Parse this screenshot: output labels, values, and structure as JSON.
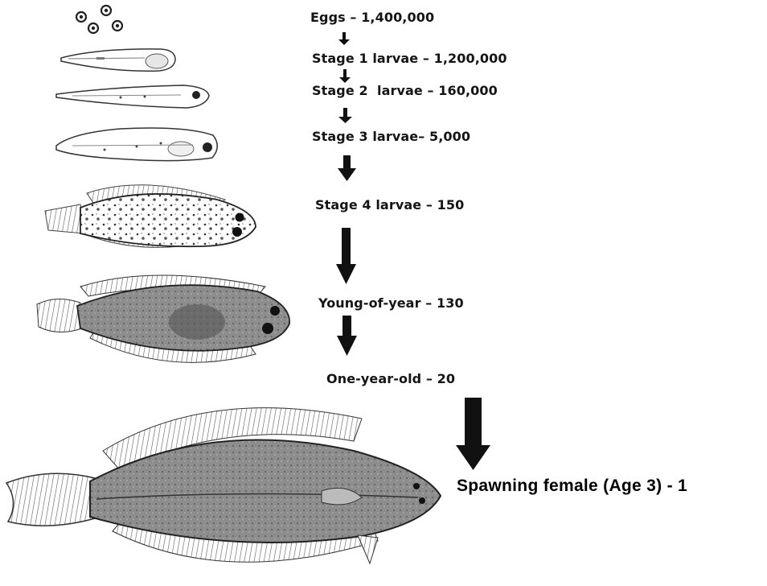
{
  "stages": [
    {
      "id": "eggs",
      "label": "Eggs – 1,400,000"
    },
    {
      "id": "stage1",
      "label": "Stage 1 larvae – 1,200,000"
    },
    {
      "id": "stage2",
      "label": "Stage 2  larvae – 160,000"
    },
    {
      "id": "stage3",
      "label": "Stage 3 larvae– 5,000"
    },
    {
      "id": "stage4",
      "label": "Stage 4 larvae – 150"
    },
    {
      "id": "young",
      "label": "Young-of-year – 130"
    },
    {
      "id": "oneyear",
      "label": "One-year-old – 20"
    },
    {
      "id": "spawning",
      "label": "Spawning female (Age 3) - 1"
    }
  ],
  "colors": {
    "ink": "#151515",
    "body_shade": "#8a8a8a",
    "background": "#ffffff"
  }
}
